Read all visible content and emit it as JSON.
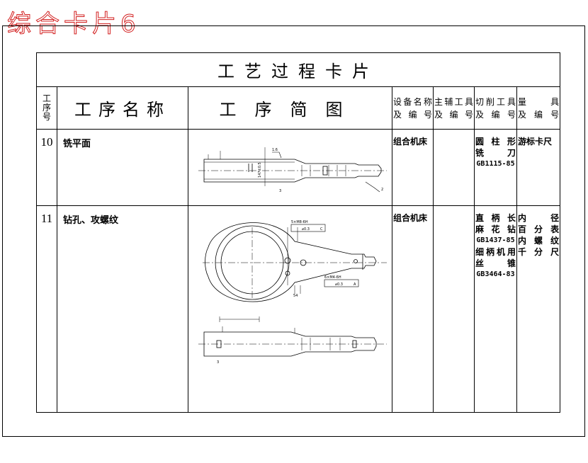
{
  "page_title": "综合卡片6",
  "card": {
    "title": "工艺过程卡片",
    "headers": {
      "seq_no": [
        "工",
        "序",
        "号"
      ],
      "op_name": "工序名称",
      "sketch": "工序简图",
      "equipment": [
        "设备名称",
        "及编号"
      ],
      "aux_tool": [
        "主辅工具",
        "及编号"
      ],
      "cut_tool": [
        "切削工具",
        "及编号"
      ],
      "gauge": [
        "量具",
        "及编号"
      ]
    },
    "rows": [
      {
        "seq": "10",
        "name": "铣平面",
        "equipment": "组合机床",
        "aux_tool": "",
        "cut_tool": [
          "圆柱形",
          "铣刀"
        ],
        "cut_tool_std": "GB1115-85",
        "gauge": "游标卡尺"
      },
      {
        "seq": "11",
        "name": "钻孔、攻螺纹",
        "equipment": "组合机床",
        "aux_tool": "",
        "cut_tool": [
          "直柄长",
          "麻花钻"
        ],
        "cut_tool_std": "GB1437-85",
        "cut_tool_2": [
          "细柄机用",
          "丝锥"
        ],
        "cut_tool_std_2": "GB3464-83",
        "gauge": [
          "内径",
          "百分表",
          "内螺纹",
          "千分尺"
        ]
      }
    ],
    "sketch_labels": {
      "row10": [
        "1.6",
        "147±0.5",
        "3",
        "2"
      ],
      "row11": [
        "5×M8-6H",
        "⌀0.3",
        "C",
        "6×M4-6H",
        "⌀0.3",
        "A",
        "54",
        "3"
      ]
    }
  }
}
